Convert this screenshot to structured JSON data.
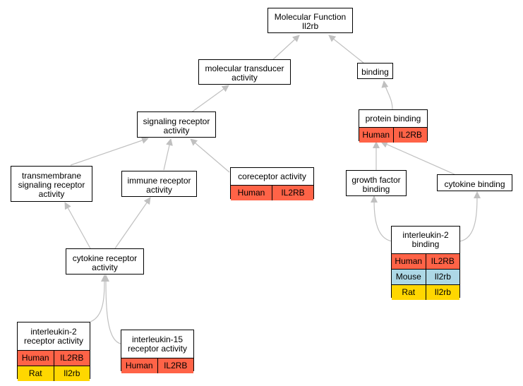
{
  "colors": {
    "human": "#ff6347",
    "mouse": "#add8e6",
    "rat": "#ffd700",
    "edge": "#c0c0c0"
  },
  "nodes": {
    "root": {
      "title": "Molecular Function\nIl2rb"
    },
    "mta": {
      "title": "molecular transducer\nactivity"
    },
    "binding": {
      "title": "binding"
    },
    "sra": {
      "title": "signaling receptor\nactivity"
    },
    "pb": {
      "title": "protein binding",
      "species": [
        {
          "name": "Human",
          "gene": "IL2RB"
        }
      ]
    },
    "tmsra": {
      "title": "transmembrane\nsignaling receptor\nactivity"
    },
    "ira": {
      "title": "immune receptor\nactivity"
    },
    "cora": {
      "title": "coreceptor activity",
      "species": [
        {
          "name": "Human",
          "gene": "IL2RB"
        }
      ]
    },
    "gfb": {
      "title": "growth factor\nbinding"
    },
    "cb": {
      "title": "cytokine binding"
    },
    "cra": {
      "title": "cytokine receptor\nactivity"
    },
    "il2b": {
      "title": "interleukin-2\nbinding",
      "species": [
        {
          "name": "Human",
          "gene": "IL2RB"
        },
        {
          "name": "Mouse",
          "gene": "Il2rb"
        },
        {
          "name": "Rat",
          "gene": "Il2rb"
        }
      ]
    },
    "il2ra": {
      "title": "interleukin-2\nreceptor activity",
      "species": [
        {
          "name": "Human",
          "gene": "IL2RB"
        },
        {
          "name": "Rat",
          "gene": "Il2rb"
        }
      ]
    },
    "il15ra": {
      "title": "interleukin-15\nreceptor activity",
      "species": [
        {
          "name": "Human",
          "gene": "IL2RB"
        }
      ]
    }
  }
}
